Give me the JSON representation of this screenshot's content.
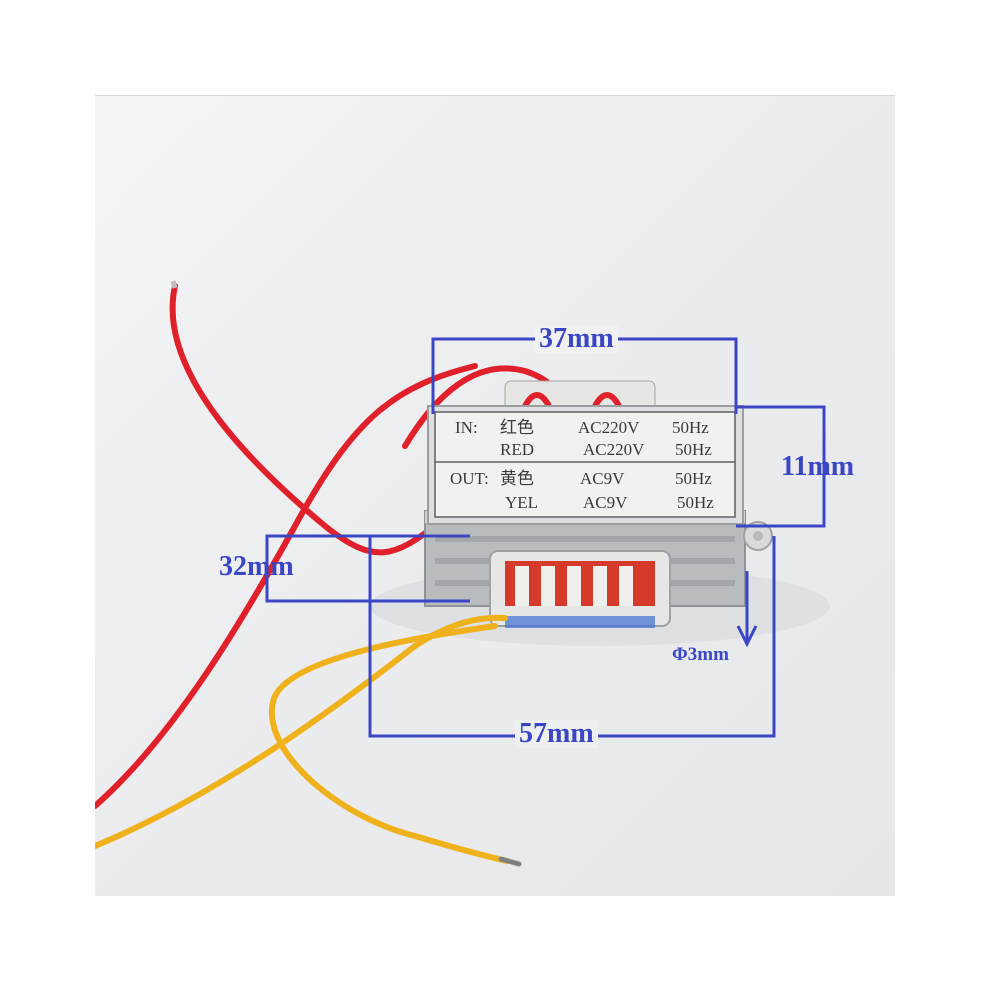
{
  "nameplate": {
    "in_label": "IN:",
    "in_color_cn": "红色",
    "in_color_en": "RED",
    "in_voltage": "AC220V",
    "in_voltage_2": "AC220V",
    "in_freq": "50Hz",
    "in_freq_2": "50Hz",
    "out_label": "OUT:",
    "out_color_cn": "黄色",
    "out_color_en": "YEL",
    "out_voltage": "AC9V",
    "out_voltage_2": "AC9V",
    "out_freq": "50Hz",
    "out_freq_2": "50Hz"
  },
  "dimensions": {
    "width_top": "37mm",
    "height_right": "11mm",
    "depth_left": "32mm",
    "hole": "Φ3mm",
    "length_bottom": "57mm"
  },
  "colors": {
    "dimension_lines": "#3a46c4",
    "red_wire": "#e0202a",
    "yellow_wire": "#f0b21c"
  }
}
